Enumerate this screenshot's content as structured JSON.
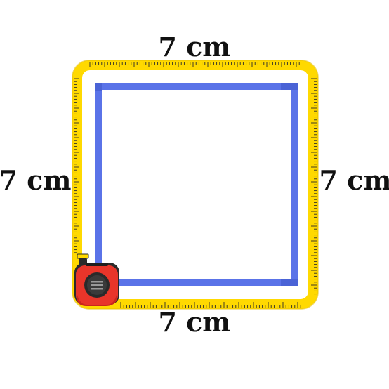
{
  "diagram": {
    "labels": {
      "top": "7 cm",
      "left": "7 cm",
      "right": "7 cm",
      "bottom": "7 cm"
    },
    "colors": {
      "tape_yellow": "#FFD900",
      "tape_edge": "#E5BE00",
      "tick": "#2B2B2B",
      "square_blue": "#5A73E8",
      "square_blue_dark": "#4A63D6",
      "measure_red": "#E8352A",
      "measure_dark": "#2A2A2A",
      "label_text": "#111111"
    },
    "icons": {
      "tape_measure": "tape-measure-icon"
    }
  }
}
